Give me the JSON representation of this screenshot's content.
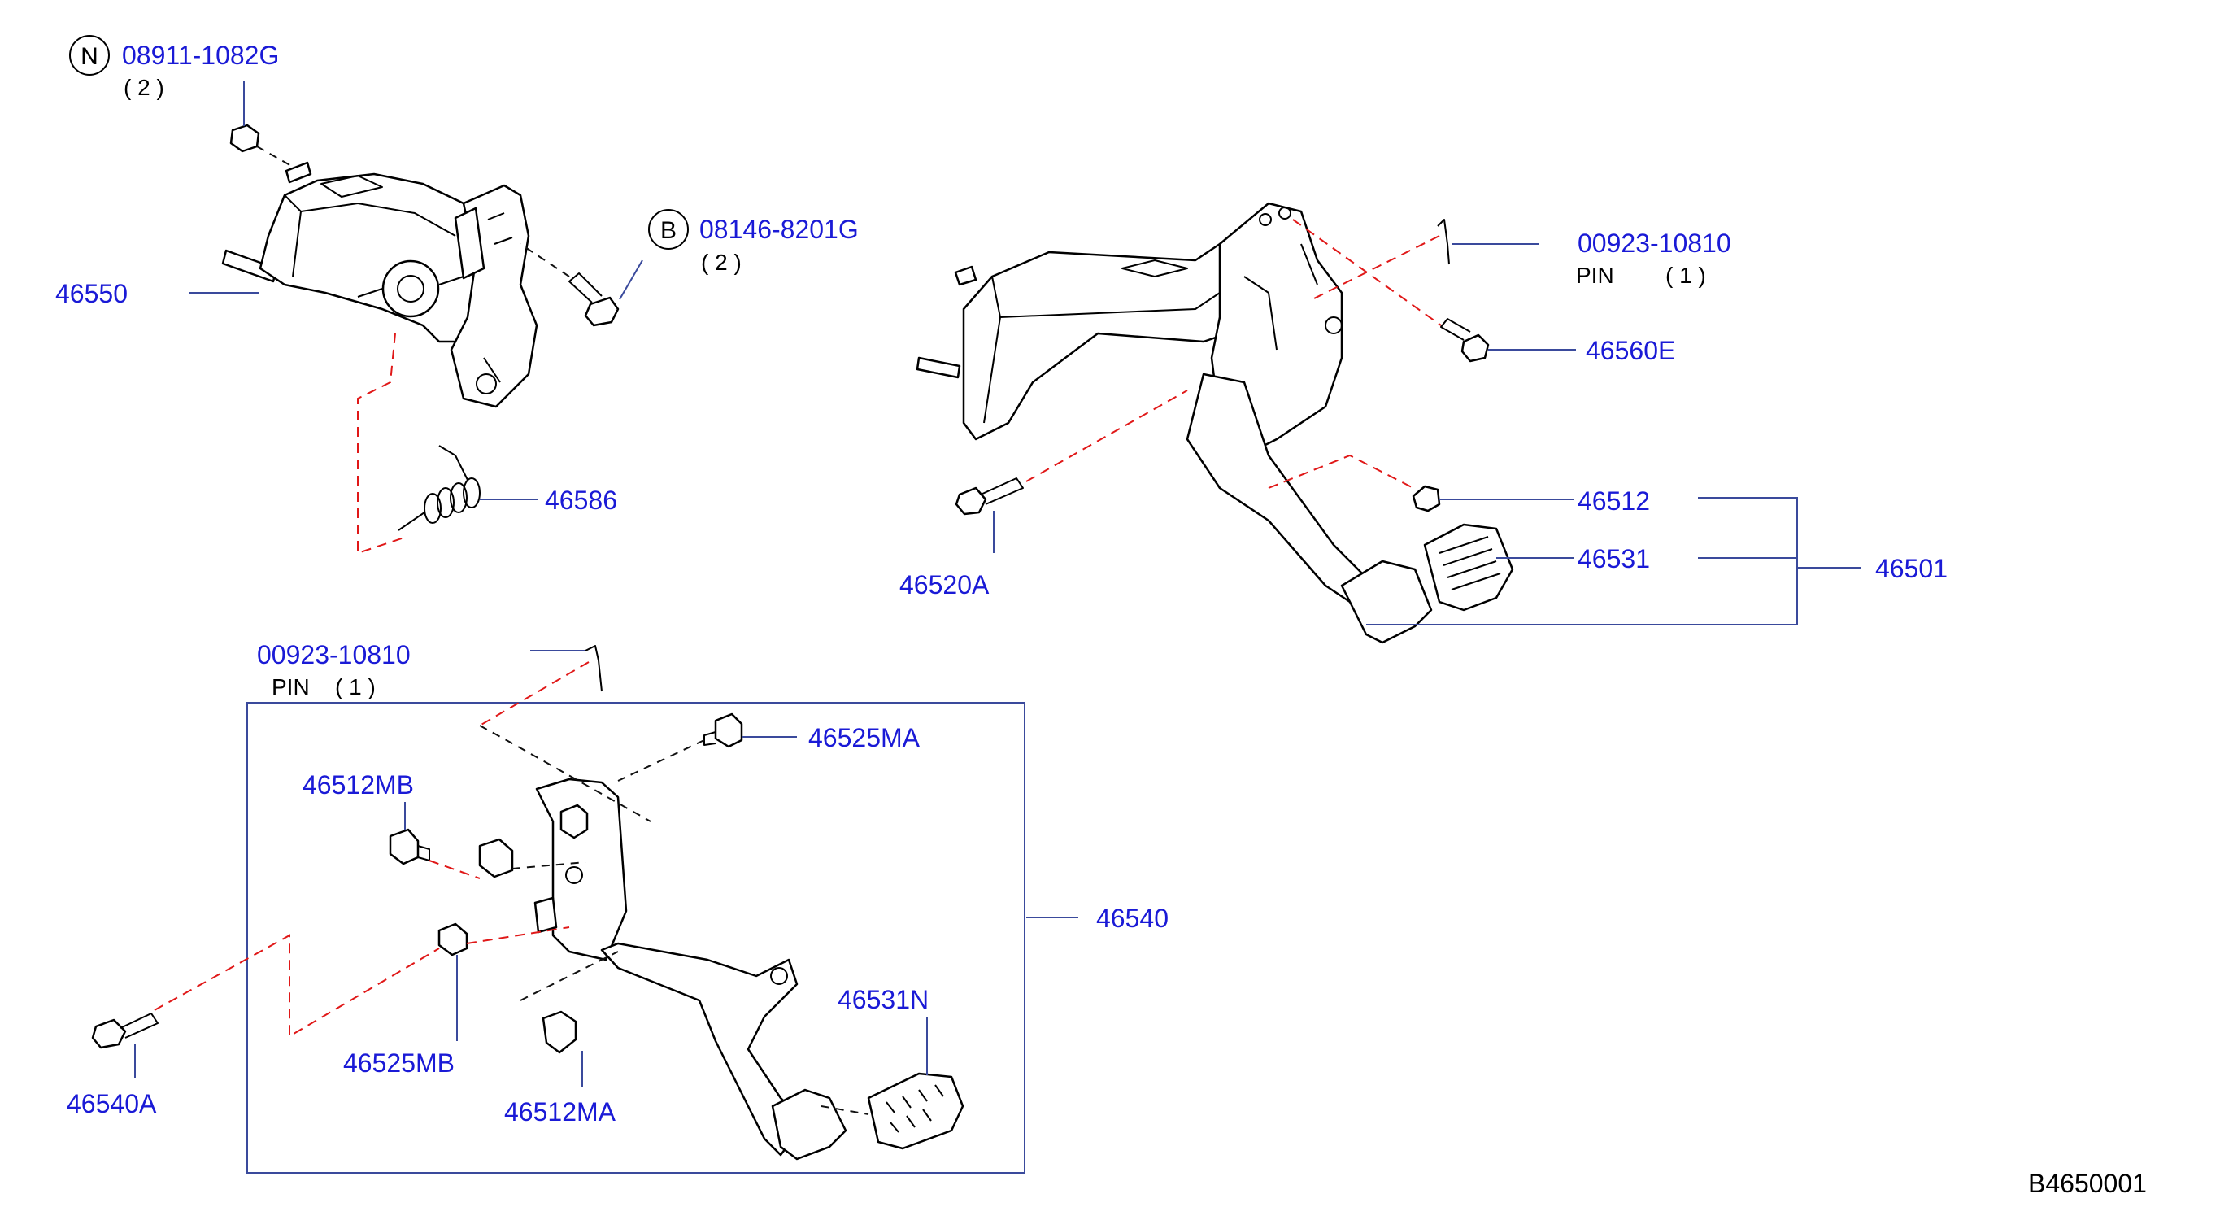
{
  "diagram": {
    "drawing_code": "B4650001",
    "symbols": [
      {
        "key": "nut",
        "letter": "N",
        "part_no": "08911-1082G",
        "qty": "( 2 )"
      },
      {
        "key": "bolt",
        "letter": "B",
        "part_no": "08146-8201G",
        "qty": "( 2 )"
      }
    ],
    "labels": {
      "bracket": "46550",
      "spring": "46586",
      "pin_top_no": "00923-10810",
      "pin_top_name": "PIN",
      "pin_top_qty": "( 1 )",
      "bolt_pivot": "46560E",
      "stopper": "46512",
      "pad": "46531",
      "assembly": "46501",
      "bolt_upper": "46520A",
      "pin_lower_no": "00923-10810",
      "pin_lower_name": "PIN",
      "pin_lower_qty": "( 1 )",
      "bushing_ma": "46525MA",
      "stopper_mb": "46512MB",
      "clutch_pedal": "46540",
      "bushing_mb": "46525MB",
      "bolt_lower": "46540A",
      "stopper_ma": "46512MA",
      "pad_n": "46531N"
    }
  }
}
